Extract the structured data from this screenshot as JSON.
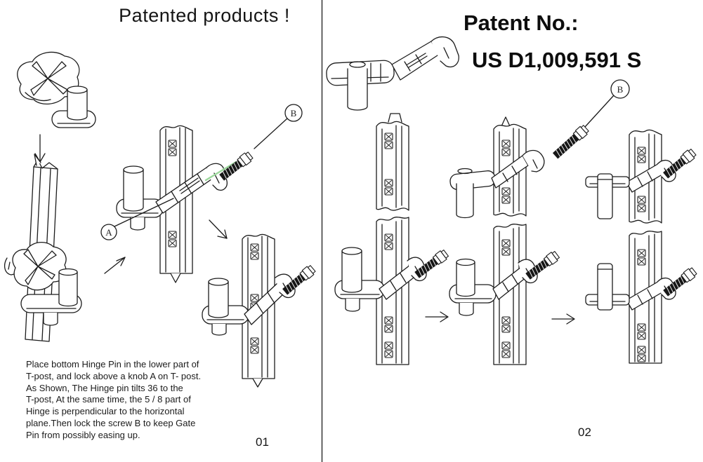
{
  "left_panel": {
    "title": "Patented products !",
    "labels": {
      "a": "A",
      "b": "B"
    },
    "instructions": [
      "Place bottom Hinge Pin in the lower part of",
      "T-post, and lock above a knob A on T- post.",
      "As Shown, The Hinge pin tilts 36 to the",
      "T-post, At the same time, the 5 / 8 part of",
      "Hinge is perpendicular to the horizontal",
      "plane.Then lock the screw B to keep Gate",
      "Pin from possibly easing up."
    ],
    "page_number": "01"
  },
  "right_panel": {
    "title_line1": "Patent No.:",
    "title_line2": "US D1,009,591 S",
    "labels": {
      "b": "B"
    },
    "page_number": "02"
  },
  "colors": {
    "line": "#1c1c1c",
    "accent_green": "#9cd89c",
    "background": "#ffffff"
  }
}
